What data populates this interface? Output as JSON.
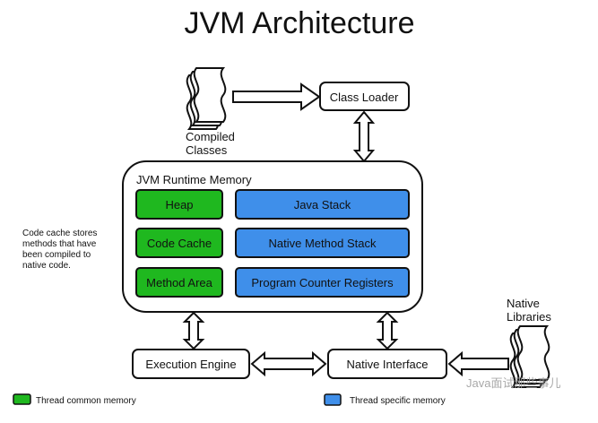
{
  "title": "JVM Architecture",
  "compiled_classes": [
    "Compiled",
    "Classes"
  ],
  "class_loader": "Class Loader",
  "runtime_memory": {
    "label": "JVM Runtime Memory",
    "common": [
      "Heap",
      "Code Cache",
      "Method Area"
    ],
    "specific": [
      "Java Stack",
      "Native Method Stack",
      "Program Counter Registers"
    ]
  },
  "note": [
    "Code cache stores",
    "methods that have",
    "been compiled to",
    "native code."
  ],
  "execution_engine": "Execution Engine",
  "native_interface": "Native Interface",
  "native_libraries": [
    "Native",
    "Libraries"
  ],
  "legend": {
    "common": "Thread common memory",
    "specific": "Thread specific memory"
  },
  "watermark": "Java面试那些事儿",
  "colors": {
    "common": "#1fb81f",
    "specific": "#3f8fea"
  }
}
